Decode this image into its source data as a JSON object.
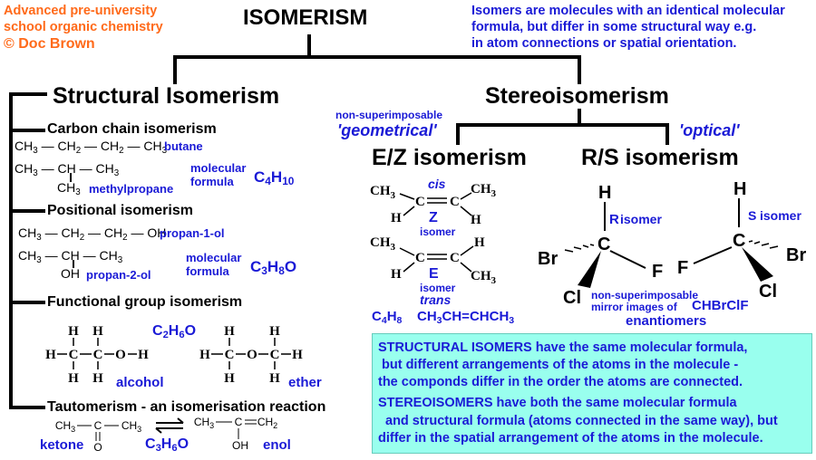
{
  "credit": {
    "line1": "Advanced pre-university",
    "line2": "school organic chemistry",
    "line3": "© Doc Brown"
  },
  "title": "ISOMERISM",
  "definition": {
    "line1": "Isomers are molecules with an identical molecular",
    "line2": "formula, but differ in some structural way e.g.",
    "line3": "in atom connections or spatial orientation."
  },
  "structural": {
    "heading": "Structural Isomerism",
    "carbon_chain": {
      "heading": "Carbon chain isomerism",
      "butane_formula": "CH3 — CH2 — CH2 — CH3",
      "butane_label": "butane",
      "methylpropane_formula": "CH3 — CH — CH3",
      "methylpropane_branch": "CH3",
      "methylpropane_label": "methylpropane",
      "mf_label": "molecular formula",
      "mf": "C4H10"
    },
    "positional": {
      "heading": "Positional isomerism",
      "propan1ol_formula": "CH3 — CH2 — CH2 — OH",
      "propan1ol_label": "propan-1-ol",
      "propan2ol_formula": "CH3 — CH — CH3",
      "propan2ol_branch": "OH",
      "propan2ol_label": "propan-2-ol",
      "mf_label": "molecular formula",
      "mf": "C3H8O"
    },
    "functional": {
      "heading": "Functional group isomerism",
      "mf": "C2H6O",
      "alcohol_label": "alcohol",
      "ether_label": "ether"
    },
    "tautomerism": {
      "heading": "Tautomerism - an isomerisation reaction",
      "ketone_label": "ketone",
      "enol_label": "enol",
      "mf": "C3H6O"
    }
  },
  "stereo": {
    "heading": "Stereoisomerism",
    "geometrical_note": "non-superimposable",
    "geometrical": "'geometrical'",
    "optical": "'optical'",
    "ez": {
      "heading": "E/Z isomerism",
      "cis": "cis",
      "z": "Z",
      "isomer1": "isomer",
      "e": "E",
      "isomer2": "isomer",
      "trans": "trans",
      "mf": "C4H8",
      "condensed": "CH3CH=CHCH3"
    },
    "rs": {
      "heading": "R/S isomerism",
      "r_label": "R",
      "r_isomer": "isomer",
      "s_label": "S",
      "s_isomer": "isomer",
      "note1": "non-superimposable",
      "note2": "mirror images of",
      "compound": "CHBrClF",
      "enantiomers": "enantiomers"
    }
  },
  "summary": {
    "p1_l1": "STRUCTURAL ISOMERS have the same molecular formula,",
    "p1_l2": "but different arrangements of the atoms in the molecule -",
    "p1_l3": "the componds differ in the order the atoms are connected.",
    "p2_l1": "STEREOISOMERS have both the same molecular formula",
    "p2_l2": "and structural formula (atoms connected in the same way), but",
    "p2_l3": "differ in the spatial arrangement of the atoms in the molecule."
  },
  "colors": {
    "credit": "#ff6a1a",
    "label_blue": "#1a1ad6",
    "box_bg": "#99ffee"
  }
}
